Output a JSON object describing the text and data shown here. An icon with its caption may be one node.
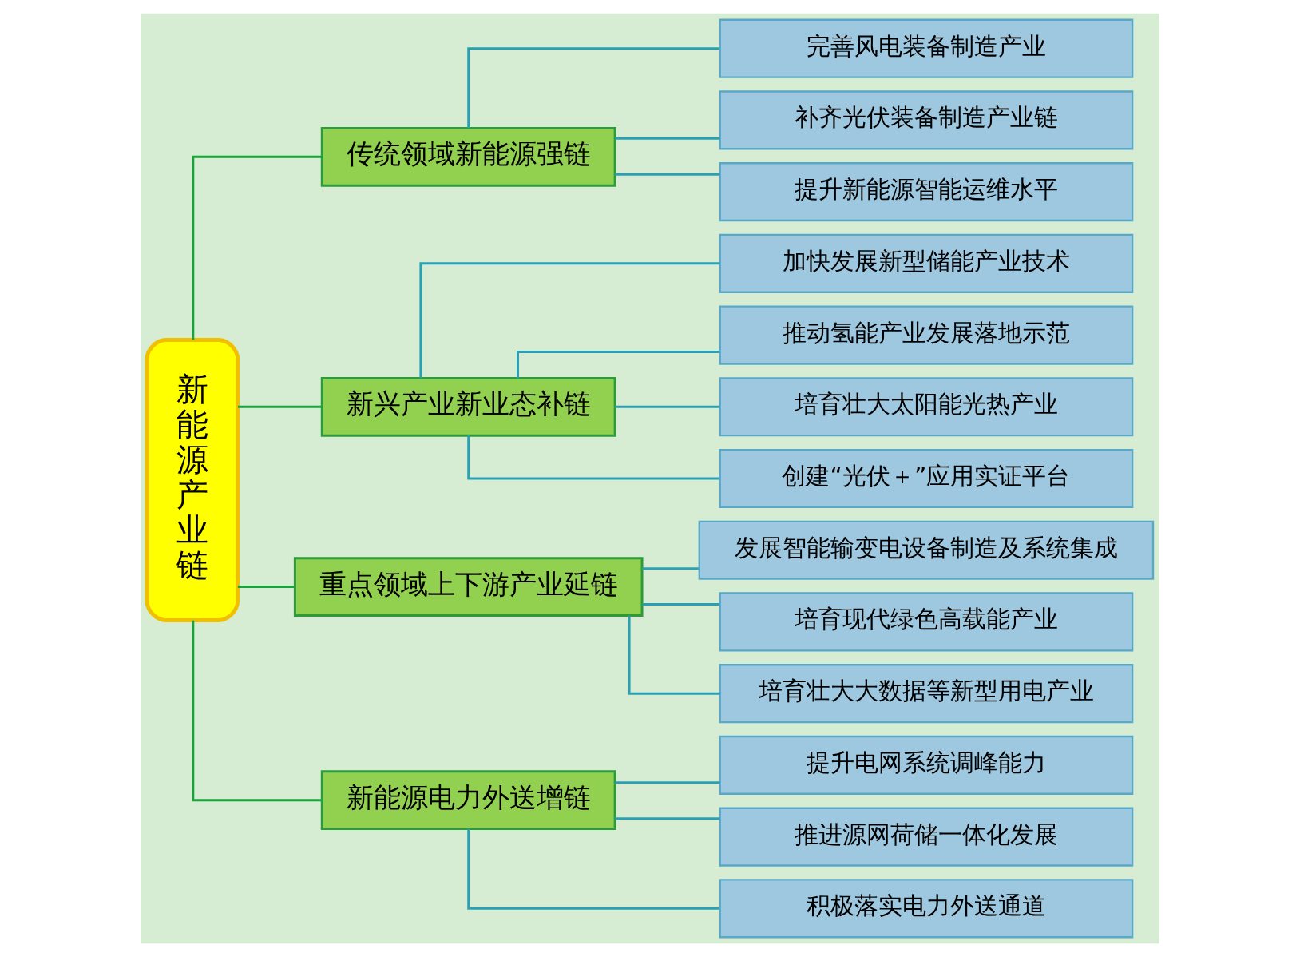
{
  "diagram": {
    "nodes": [
      {
        "text": [
          "新能源产业链"
        ]
      },
      {
        "text": [
          "传统领域新能源强链"
        ]
      },
      {
        "text": [
          "完善风电装备制造产业"
        ]
      },
      {
        "text": [
          "补齐光伏装备制造产业链"
        ]
      },
      {
        "text": [
          "提升新能源智能运维水平"
        ]
      },
      {
        "text": [
          "新兴产业新业态补链"
        ]
      },
      {
        "text": [
          "加快发展新型储能产业技术"
        ]
      },
      {
        "text": [
          "推动氢能产业发展落地示范"
        ]
      },
      {
        "text": [
          "培育壮大太阳能光热产业"
        ]
      },
      {
        "text": [
          "创建“光伏＋”应用实证平台"
        ]
      },
      {
        "text": [
          "重点领域上下游产业延链"
        ]
      },
      {
        "text": [
          "发展智能输变电设备制造及系统集成"
        ]
      },
      {
        "text": [
          "培育现代绿色高载能产业"
        ]
      },
      {
        "text": [
          "培育壮大大数据等新型用电产业"
        ]
      },
      {
        "text": [
          "新能源电力外送增链"
        ]
      },
      {
        "text": [
          "提升电网系统调峰能力"
        ]
      },
      {
        "text": [
          "推进源网荷储一体化发展"
        ]
      },
      {
        "text": [
          "积极落实电力外送通道"
        ]
      }
    ],
    "edges": [
      {
        "from": 0,
        "to": 1,
        "arrow": "none",
        "color": "#1aa33c"
      },
      {
        "from": 0,
        "to": 5,
        "arrow": "none",
        "color": "#1aa33c"
      },
      {
        "from": 0,
        "to": 10,
        "arrow": "none",
        "color": "#1aa33c"
      },
      {
        "from": 0,
        "to": 14,
        "arrow": "none",
        "color": "#1aa33c"
      },
      {
        "from": 1,
        "to": 2,
        "arrow": "none"
      },
      {
        "from": 1,
        "to": 3,
        "arrow": "none"
      },
      {
        "from": 1,
        "to": 4,
        "arrow": "none"
      },
      {
        "from": 5,
        "to": 6,
        "arrow": "none"
      },
      {
        "from": 5,
        "to": 7,
        "arrow": "none"
      },
      {
        "from": 5,
        "to": 8,
        "arrow": "none"
      },
      {
        "from": 5,
        "to": 9,
        "arrow": "none"
      },
      {
        "from": 10,
        "to": 11,
        "arrow": "none"
      },
      {
        "from": 10,
        "to": 12,
        "arrow": "none"
      },
      {
        "from": 10,
        "to": 13,
        "arrow": "none"
      },
      {
        "from": 14,
        "to": 15,
        "arrow": "none"
      },
      {
        "from": 14,
        "to": 16,
        "arrow": "none"
      },
      {
        "from": 14,
        "to": 17,
        "arrow": "none"
      }
    ]
  }
}
